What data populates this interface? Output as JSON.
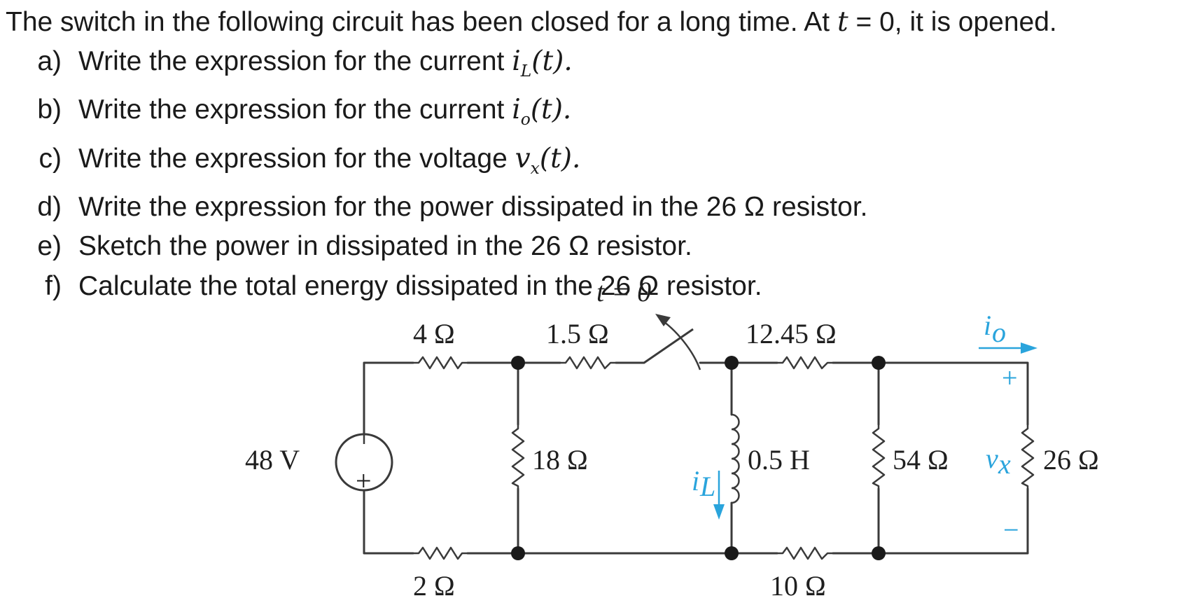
{
  "problem": {
    "stem_before": "The switch in the following circuit has been closed for a long time. At ",
    "stem_t": "t",
    "stem_eq": " = 0",
    "stem_after": ", it is opened.",
    "parts": [
      {
        "letter": "a)",
        "text": "Write the expression for the current ",
        "sym": "i",
        "sub": "L",
        "tail": "(t)."
      },
      {
        "letter": "b)",
        "text": "Write the expression for the current ",
        "sym": "i",
        "sub": "o",
        "tail": "(t)."
      },
      {
        "letter": "c)",
        "text": "Write the expression for the voltage ",
        "sym": "v",
        "sub": "x",
        "tail": "(t)."
      },
      {
        "letter": "d)",
        "text": "Write the expression for the power dissipated in the 26 Ω resistor."
      },
      {
        "letter": "e)",
        "text": "Sketch the power in dissipated in the 26 Ω resistor."
      },
      {
        "letter": "f)",
        "text": "Calculate the total energy dissipated in the 26 Ω resistor."
      }
    ]
  },
  "circuit": {
    "switch_label": "t = 0",
    "source": {
      "label": "48 V",
      "plus": "+",
      "minus": "|"
    },
    "r_4": "4 Ω",
    "r_1_5": "1.5 Ω",
    "r_18": "18 Ω",
    "r_2": "2 Ω",
    "r_12_45": "12.45 Ω",
    "inductor": "0.5 H",
    "r_54": "54 Ω",
    "r_10": "10 Ω",
    "r_26": "26 Ω",
    "i_L": "i",
    "i_L_sub": "L",
    "i_o": "i",
    "i_o_sub": "o",
    "v_x": "v",
    "v_x_sub": "x",
    "vx_plus": "+",
    "vx_minus": "−",
    "colors": {
      "wire": "#3a3a3a",
      "annotation": "#2aa4dc",
      "node": "#1a1a1a"
    }
  }
}
